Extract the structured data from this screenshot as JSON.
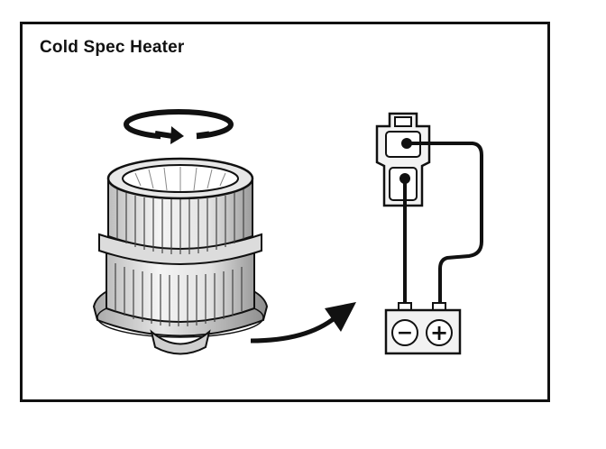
{
  "diagram": {
    "title": "Cold Spec Heater",
    "components": {
      "rotation_indicator": "rotation-arrow-icon",
      "blower_motor": "blower-fan-motor",
      "connector": "motor-connector",
      "battery": "battery"
    },
    "terminals": {
      "negative": "−",
      "positive": "+"
    },
    "colors": {
      "line": "#111111",
      "background": "#ffffff",
      "fill_light": "#f2f2f2",
      "fill_mid": "#d9d9d9",
      "fill_dark": "#9a9a9a"
    }
  }
}
